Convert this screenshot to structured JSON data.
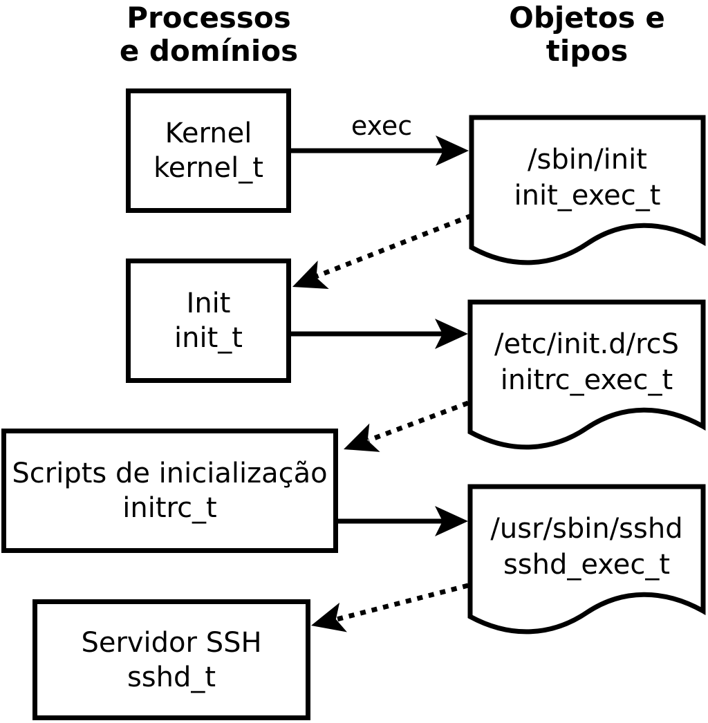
{
  "diagram": {
    "columns": {
      "left": {
        "title_line1": "Processos",
        "title_line2": "e domínios"
      },
      "right": {
        "title_line1": "Objetos e",
        "title_line2": "tipos"
      }
    },
    "processes": [
      {
        "label": "Kernel",
        "domain": "kernel_t"
      },
      {
        "label": "Init",
        "domain": "init_t"
      },
      {
        "label": "Scripts de inicialização",
        "domain": "initrc_t"
      },
      {
        "label": "Servidor SSH",
        "domain": "sshd_t"
      }
    ],
    "objects": [
      {
        "path": "/sbin/init",
        "type": "init_exec_t"
      },
      {
        "path": "/etc/init.d/rcS",
        "type": "initrc_exec_t"
      },
      {
        "path": "/usr/sbin/sshd",
        "type": "sshd_exec_t"
      }
    ],
    "labels": {
      "exec": "exec"
    },
    "colors": {
      "ink": "#000000",
      "paper": "#ffffff"
    }
  }
}
